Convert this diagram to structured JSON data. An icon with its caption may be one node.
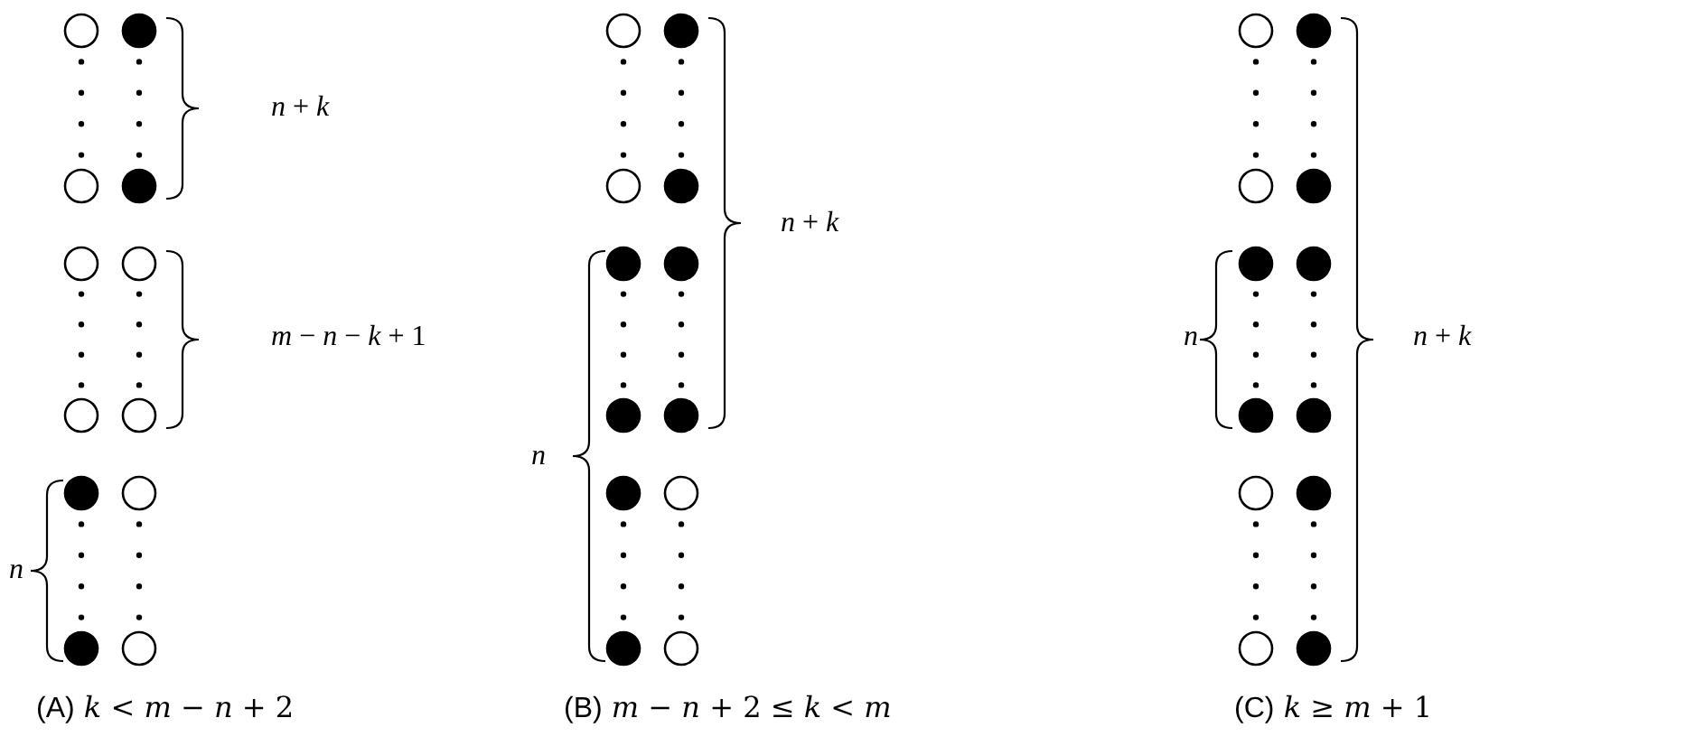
{
  "diagram": {
    "labels": [
      "*n* + *k*",
      "*m* − *n* − *k* + 1",
      "*n*",
      "(A) *k* < *m* − *n* + 2",
      "*n* + *k*",
      "*n*",
      "(B) *m* − *n* + 2 ≤ *k* < *m*",
      "*n*",
      "*n* + *k*",
      "(C) *k* ≥ *m* + 1"
    ]
  }
}
